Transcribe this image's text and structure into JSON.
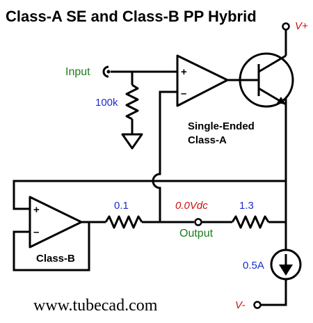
{
  "title": "Class-A SE and Class-B PP Hybrid",
  "supply_positive": "V+",
  "supply_negative": "V-",
  "input_label": "Input",
  "input_resistor": "100k",
  "amp_a_label_line1": "Single-Ended",
  "amp_a_label_line2": "Class-A",
  "amp_b_label": "Class-B",
  "resistor_left": "0.1",
  "resistor_right": "1.3",
  "output_voltage": "0.0Vdc",
  "output_label": "Output",
  "current_source": "0.5A",
  "plus_sign": "+",
  "minus_sign": "–",
  "footer_url": "www.tubecad.com",
  "colors": {
    "blue_label": "#1a2ccc",
    "green_label": "#1e7a1e",
    "red_label": "#cc1111",
    "line": "#000000"
  }
}
